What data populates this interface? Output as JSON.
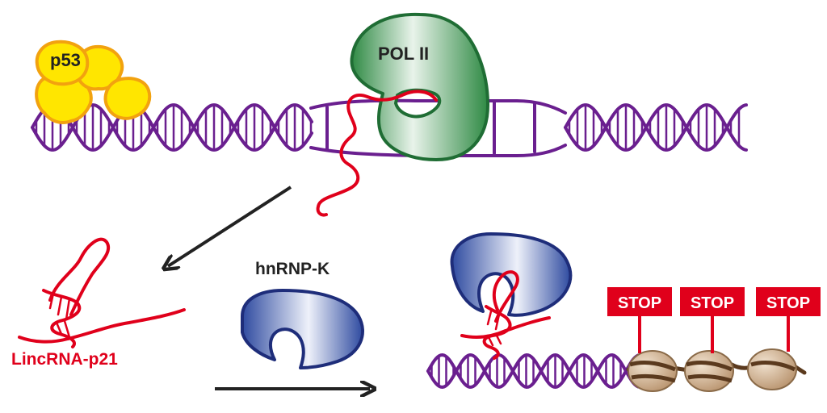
{
  "labels": {
    "p53": "p53",
    "pol2": "POL II",
    "hnrnpk": "hnRNP-K",
    "lincrna": "LincRNA-p21",
    "stop": [
      "STOP",
      "STOP",
      "STOP"
    ]
  },
  "colors": {
    "dna": "#6a1f8f",
    "rna": "#e0001b",
    "p53_fill": "#ffe600",
    "p53_stroke": "#f2a20f",
    "pol_stroke": "#1f6d34",
    "pol_fill_dark": "#2f8a44",
    "hnrnp_stroke": "#1e2d7a",
    "hnrnp_fill_dark": "#2f4ba0",
    "stop_sign": "#e0001b",
    "nucleosome": "#b6906a",
    "linker": "#5b3a1e",
    "arrow": "#222222"
  }
}
